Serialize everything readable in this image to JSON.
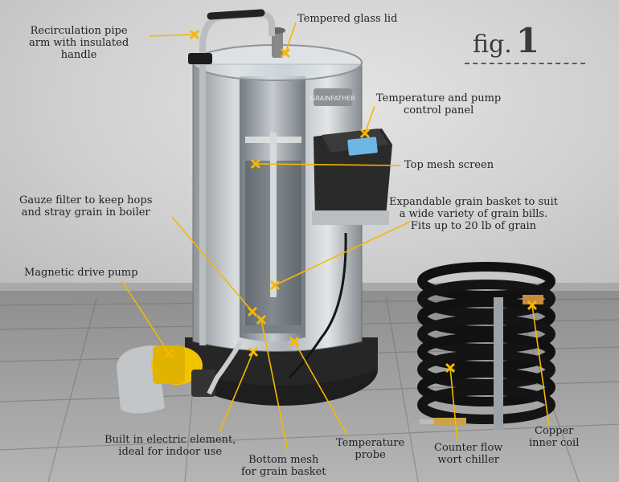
{
  "figure": {
    "prefix": "fig.",
    "number": "1"
  },
  "labels": {
    "recirc": [
      "Recirculation pipe",
      "arm with insulated",
      "handle"
    ],
    "lid": "Tempered glass lid",
    "panel": [
      "Temperature and pump",
      "control panel"
    ],
    "mesh_top": "Top mesh screen",
    "gauze": [
      "Gauze filter to keep hops",
      "and stray grain in boiler"
    ],
    "basket": [
      "Expandable grain basket to suit",
      "a wide variety of grain bills.",
      "Fits up to 20 lb of grain"
    ],
    "pump": "Magnetic drive pump",
    "element": [
      "Built in electric element,",
      "ideal for indoor use"
    ],
    "bottom_mesh": [
      "Bottom mesh",
      "for grain basket"
    ],
    "probe": [
      "Temperature",
      "probe"
    ],
    "chiller": [
      "Counter flow",
      "wort chiller"
    ],
    "copper": [
      "Copper",
      "inner coil"
    ]
  },
  "colors": {
    "accent": "#f5b800",
    "pump_yellow": "#f2c400",
    "steel": "#b8bcc0"
  },
  "brand_plate": "GRAINFATHER"
}
